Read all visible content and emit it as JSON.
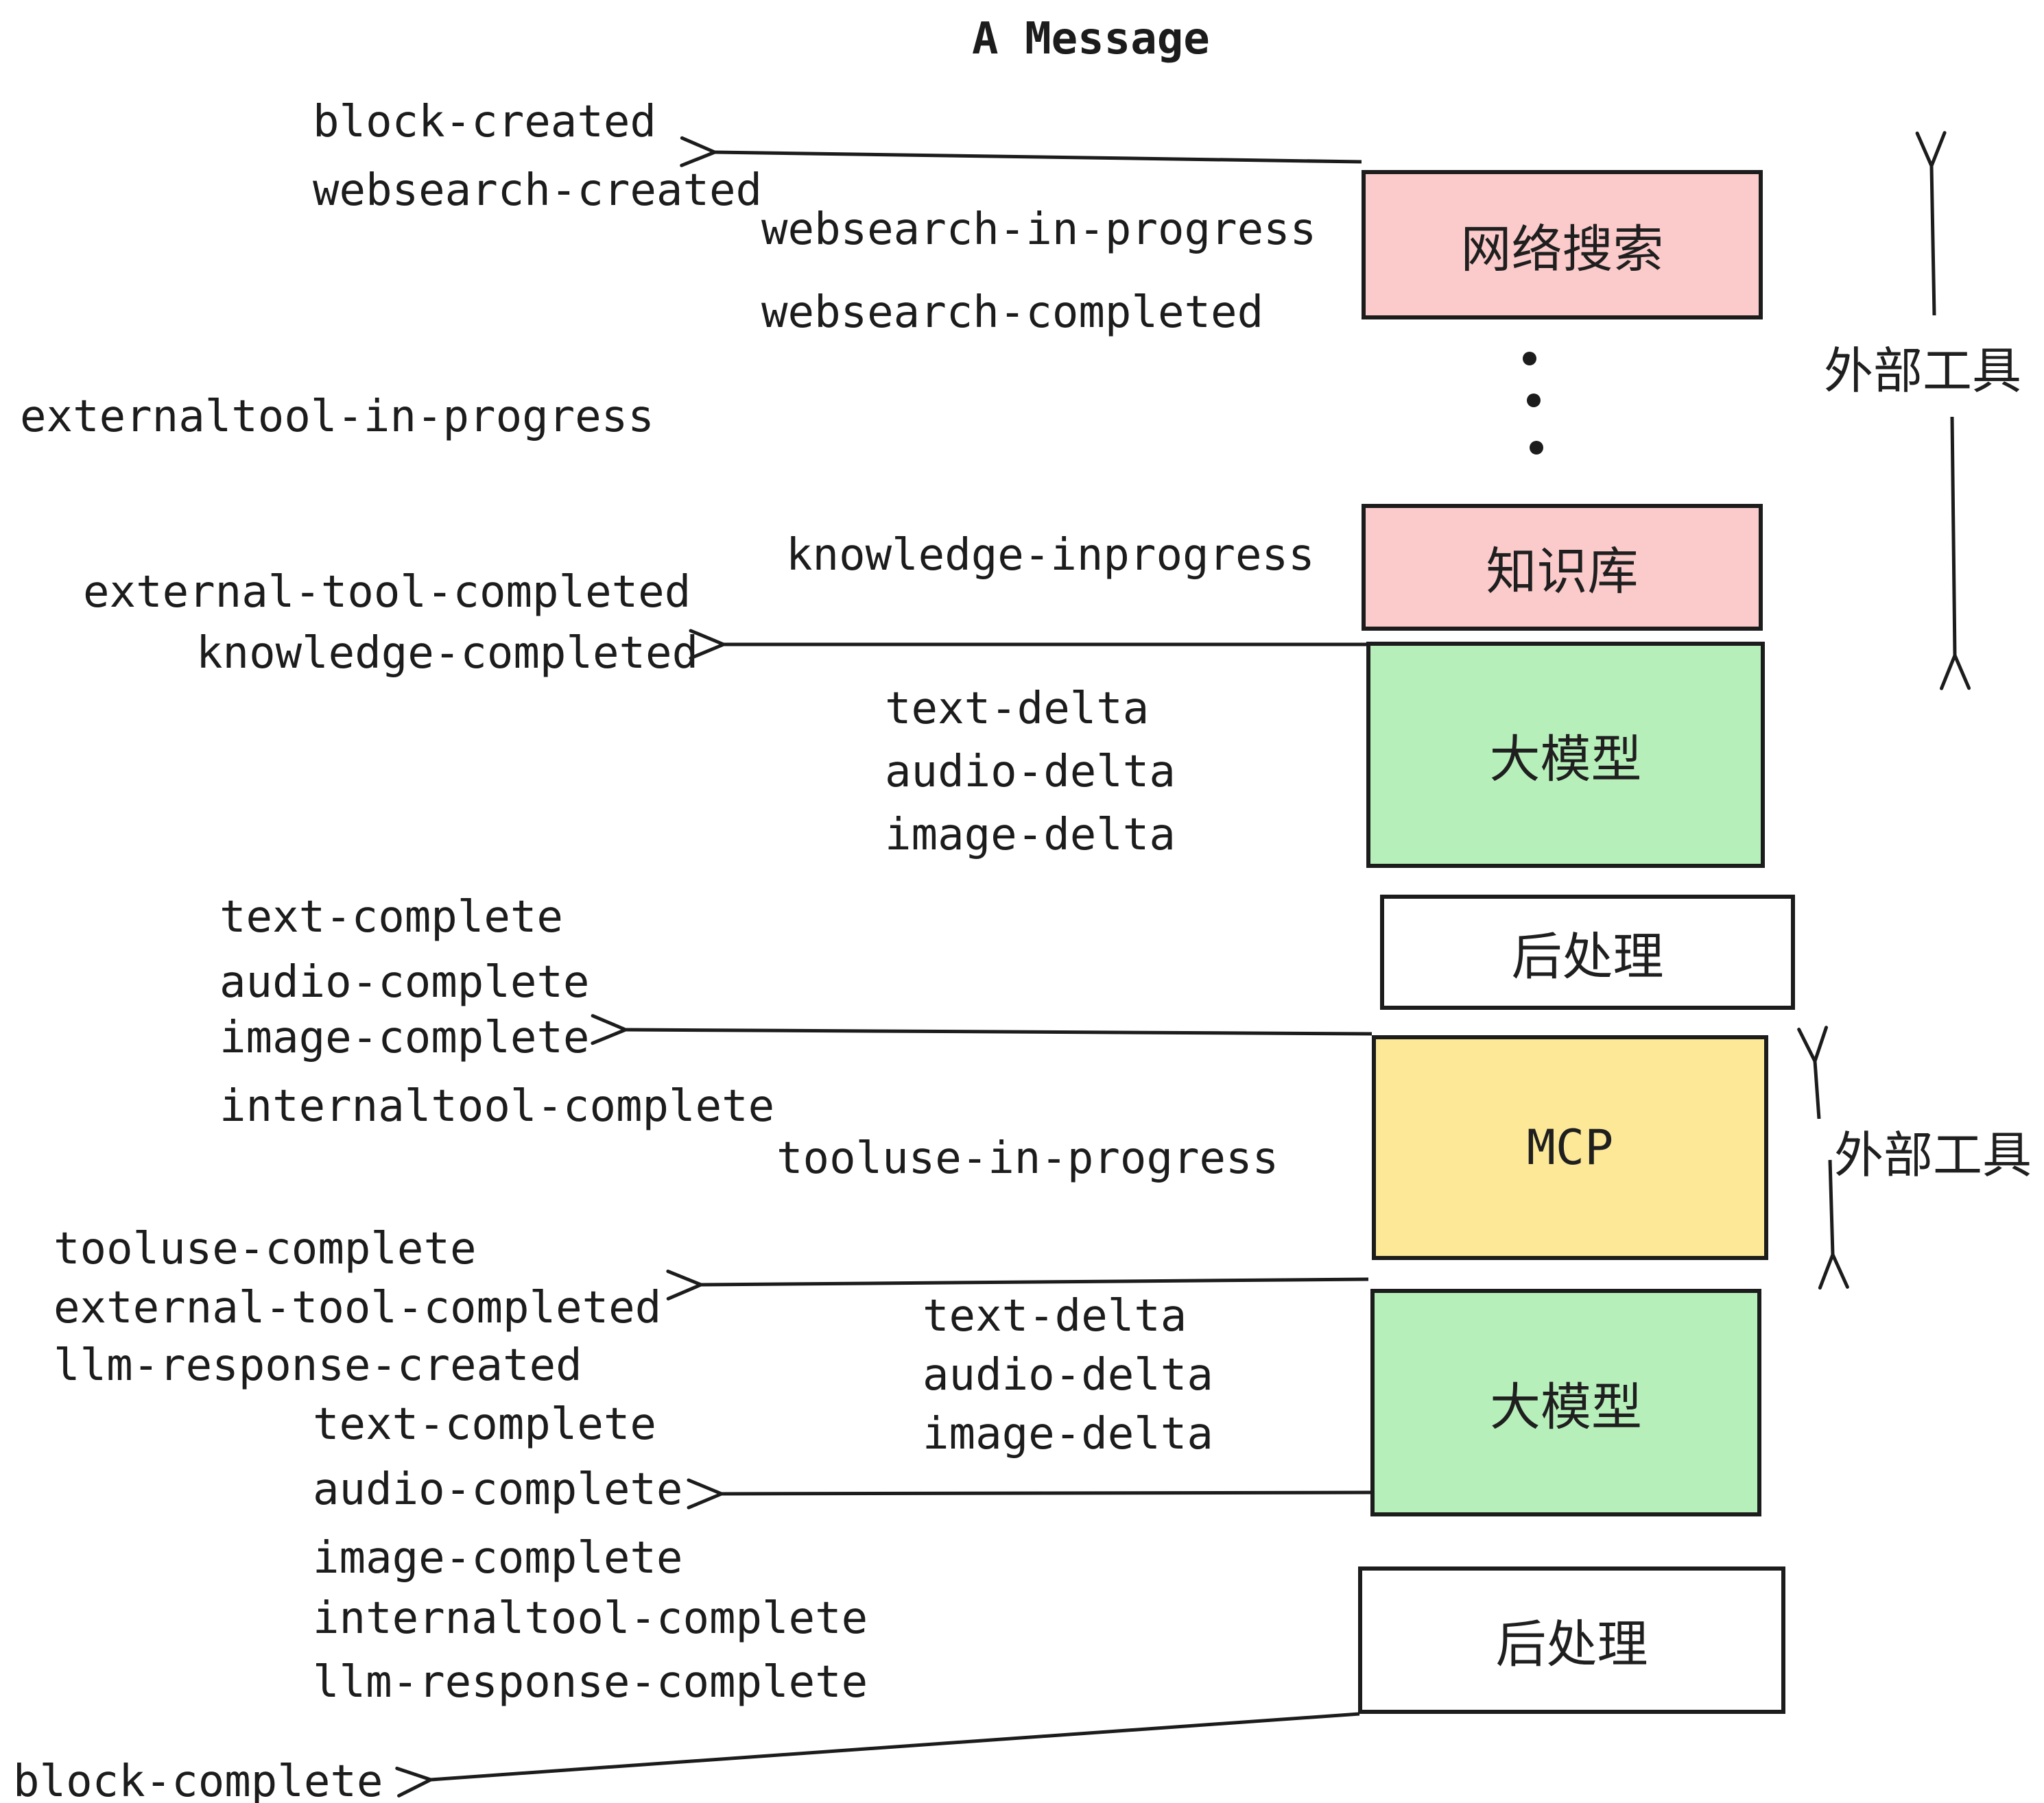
{
  "title": "A Message",
  "events": [
    {
      "id": "block-created",
      "label": "block-created"
    },
    {
      "id": "websearch-created",
      "label": "websearch-created"
    },
    {
      "id": "websearch-in-progress",
      "label": "websearch-in-progress"
    },
    {
      "id": "websearch-completed",
      "label": "websearch-completed"
    },
    {
      "id": "externaltool-in-progress",
      "label": "externaltool-in-progress"
    },
    {
      "id": "knowledge-inprogress",
      "label": "knowledge-inprogress"
    },
    {
      "id": "external-tool-completed",
      "label": "external-tool-completed"
    },
    {
      "id": "knowledge-completed",
      "label": "knowledge-completed"
    },
    {
      "id": "text-delta",
      "label": "text-delta"
    },
    {
      "id": "audio-delta",
      "label": "audio-delta"
    },
    {
      "id": "image-delta",
      "label": "image-delta"
    },
    {
      "id": "text-complete",
      "label": "text-complete"
    },
    {
      "id": "audio-complete",
      "label": "audio-complete"
    },
    {
      "id": "image-complete",
      "label": "image-complete"
    },
    {
      "id": "internaltool-complete",
      "label": "internaltool-complete"
    },
    {
      "id": "tooluse-in-progress",
      "label": "tooluse-in-progress"
    },
    {
      "id": "tooluse-complete",
      "label": "tooluse-complete"
    },
    {
      "id": "external-tool-completed-2",
      "label": "external-tool-completed"
    },
    {
      "id": "llm-response-created",
      "label": "llm-response-created"
    },
    {
      "id": "text-delta-2",
      "label": "text-delta"
    },
    {
      "id": "audio-delta-2",
      "label": "audio-delta"
    },
    {
      "id": "image-delta-2",
      "label": "image-delta"
    },
    {
      "id": "text-complete-2",
      "label": "text-complete"
    },
    {
      "id": "audio-complete-2",
      "label": "audio-complete"
    },
    {
      "id": "image-complete-2",
      "label": "image-complete"
    },
    {
      "id": "internaltool-complete-2",
      "label": "internaltool-complete"
    },
    {
      "id": "llm-response-complete",
      "label": "llm-response-complete"
    },
    {
      "id": "block-complete",
      "label": "block-complete"
    }
  ],
  "boxes": [
    {
      "id": "websearch",
      "label": "网络搜索",
      "color": "#FBCACA"
    },
    {
      "id": "knowledge",
      "label": "知识库",
      "color": "#FBCACA"
    },
    {
      "id": "llm-1",
      "label": "大模型",
      "color": "#B7EFBB"
    },
    {
      "id": "post-1",
      "label": "后处理",
      "color": "#FFFFFF"
    },
    {
      "id": "mcp",
      "label": "MCP",
      "color": "#FCE897"
    },
    {
      "id": "llm-2",
      "label": "大模型",
      "color": "#B7EFBB"
    },
    {
      "id": "post-2",
      "label": "后处理",
      "color": "#FFFFFF"
    }
  ],
  "side_labels": [
    {
      "id": "external-tools-1",
      "label": "外部工具"
    },
    {
      "id": "external-tools-2",
      "label": "外部工具"
    }
  ],
  "flows": [
    {
      "id": "arrow-block-created",
      "from": "websearch-box",
      "to": "block-created / websearch-created",
      "direction": "left"
    },
    {
      "id": "arrow-knowledge",
      "from": "llm-box-1",
      "to": "knowledge-completed",
      "direction": "left"
    },
    {
      "id": "arrow-image-complete",
      "from": "mcp-box",
      "to": "image-complete",
      "direction": "left"
    },
    {
      "id": "arrow-tooluse",
      "from": "llm-box-2",
      "to": "external-tool-completed",
      "direction": "left"
    },
    {
      "id": "arrow-audio-complete",
      "from": "llm-box-2",
      "to": "audio-complete",
      "direction": "left"
    },
    {
      "id": "arrow-block-complete",
      "from": "post-box-2",
      "to": "block-complete",
      "direction": "left"
    },
    {
      "id": "external-tools-span-1",
      "covers": "websearch → knowledge boxes",
      "style": "up-down arrows"
    },
    {
      "id": "external-tools-span-2",
      "covers": "mcp box",
      "style": "up-down arrows"
    }
  ],
  "colors": {
    "ink": "#1C1C1C",
    "pink": "#FBCACA",
    "green": "#B7EFBB",
    "yellow": "#FCE897",
    "white": "#FFFFFF",
    "background": "#FFFFFF"
  }
}
